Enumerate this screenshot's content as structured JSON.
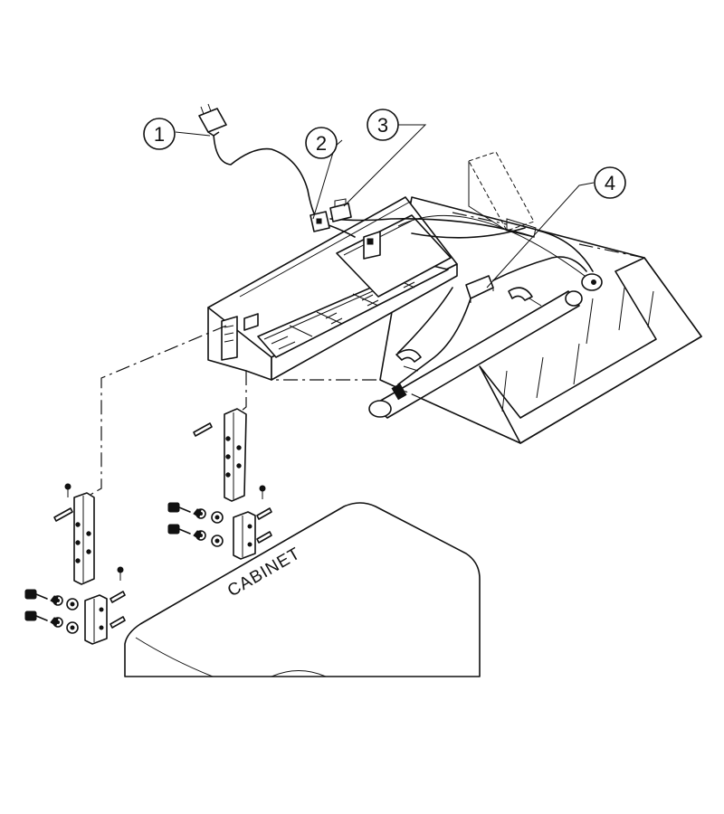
{
  "callouts": [
    {
      "id": "1",
      "label": "1"
    },
    {
      "id": "2",
      "label": "2"
    },
    {
      "id": "3",
      "label": "3"
    },
    {
      "id": "4",
      "label": "4"
    }
  ],
  "labels": {
    "cabinet": "CABINET"
  },
  "colors": {
    "line": "#111111",
    "background": "#ffffff"
  }
}
